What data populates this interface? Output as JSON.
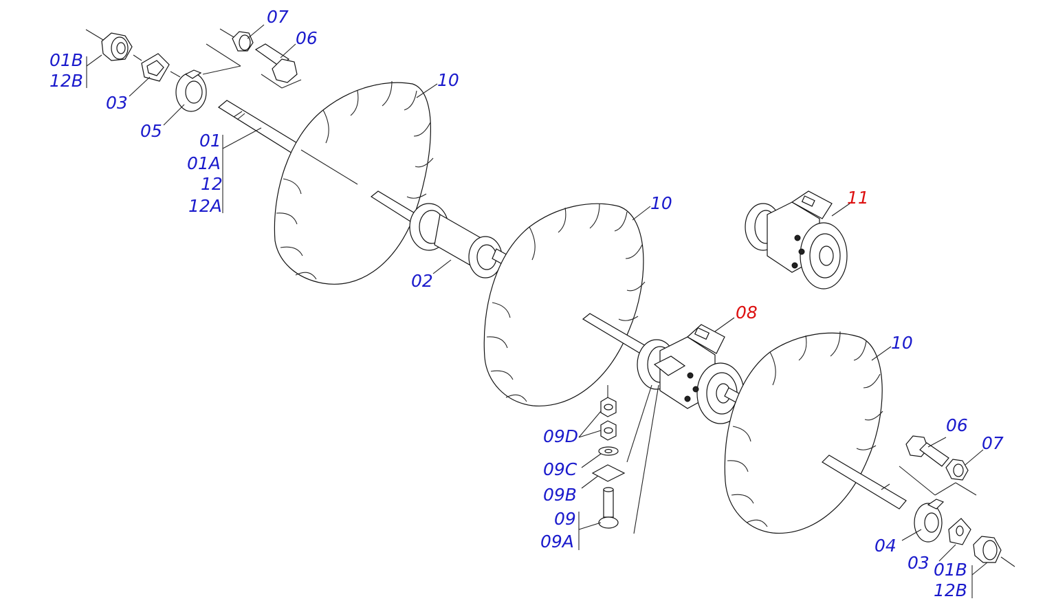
{
  "labels": {
    "l07_top": "07",
    "l06_top": "06",
    "l01b_top": "01B",
    "l12b_top": "12B",
    "l03_top": "03",
    "l05": "05",
    "l01": "01",
    "l01a": "01A",
    "l12": "12",
    "l12a": "12A",
    "l10_a": "10",
    "l02": "02",
    "l10_b": "10",
    "l11": "11",
    "l08": "08",
    "l10_c": "10",
    "l09d": "09D",
    "l09c": "09C",
    "l09b": "09B",
    "l09": "09",
    "l09a": "09A",
    "l06_bot": "06",
    "l07_bot": "07",
    "l04": "04",
    "l03_bot": "03",
    "l01b_bot": "01B",
    "l12b_bot": "12B"
  },
  "colors": {
    "label_blue": "#1a1acc",
    "label_red": "#dd1111"
  }
}
